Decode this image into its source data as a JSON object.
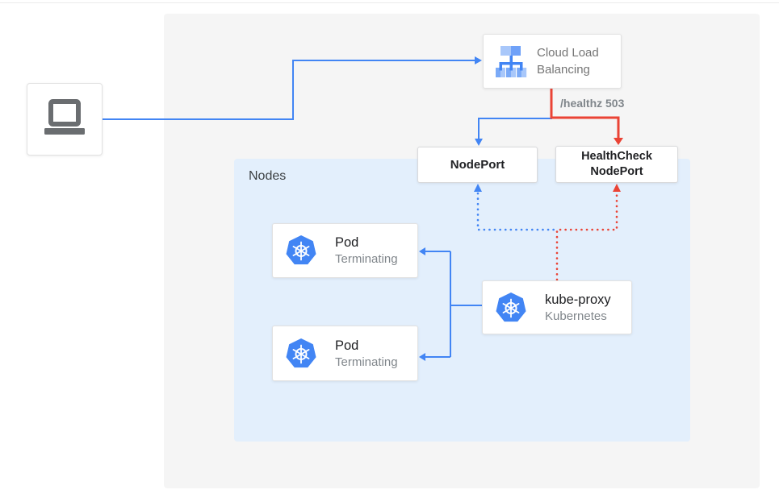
{
  "diagram": {
    "laptop": {
      "icon": "laptop-icon"
    },
    "cloud_load_balancing": {
      "icon": "cloud-load-balancing-icon",
      "lines": [
        "Cloud Load",
        "Balancing"
      ]
    },
    "healthz_label": "/healthz 503",
    "nodeport": {
      "label": "NodePort"
    },
    "healthcheck_nodeport": {
      "lines": [
        "HealthCheck",
        "NodePort"
      ]
    },
    "nodes_container": {
      "label": "Nodes"
    },
    "pods": [
      {
        "icon": "kubernetes-icon",
        "title": "Pod",
        "status": "Terminating"
      },
      {
        "icon": "kubernetes-icon",
        "title": "Pod",
        "status": "Terminating"
      }
    ],
    "kube_proxy": {
      "icon": "kubernetes-icon",
      "title": "kube-proxy",
      "subtitle": "Kubernetes"
    },
    "colors": {
      "traffic_blue": "#4285f4",
      "health_check_red": "#ea4335",
      "kubernetes_blue": "#4285f4",
      "nodes_panel_bg": "#e3effc",
      "outer_panel_bg": "#f5f5f5",
      "muted_text": "#80868b"
    }
  }
}
